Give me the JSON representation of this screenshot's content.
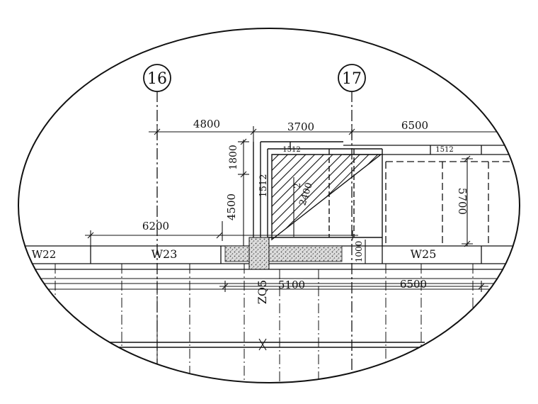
{
  "drawing": {
    "axes": [
      {
        "id": "axis-16",
        "label": "16"
      },
      {
        "id": "axis-17",
        "label": "17"
      }
    ],
    "dimensions": {
      "top_a": "4800",
      "top_b": "3700",
      "top_c": "6500",
      "vert_1800": "1800",
      "vert_4500": "4500",
      "vert_1512": "1512",
      "diag_2400": "2400",
      "dim_6200": "6200",
      "dim_5700": "5700",
      "dim_1000": "1000",
      "bot_5100": "5100",
      "bot_6500": "6500",
      "slab_label_b": "2",
      "small_1": "1512",
      "small_2": "1512"
    },
    "walls": {
      "w22": "W22",
      "w23": "W23",
      "w25": "W25"
    },
    "column": "ZQ5"
  },
  "colors": {
    "ink": "#111111",
    "background": "#ffffff",
    "hatch_fill": "#bbbbbb"
  }
}
